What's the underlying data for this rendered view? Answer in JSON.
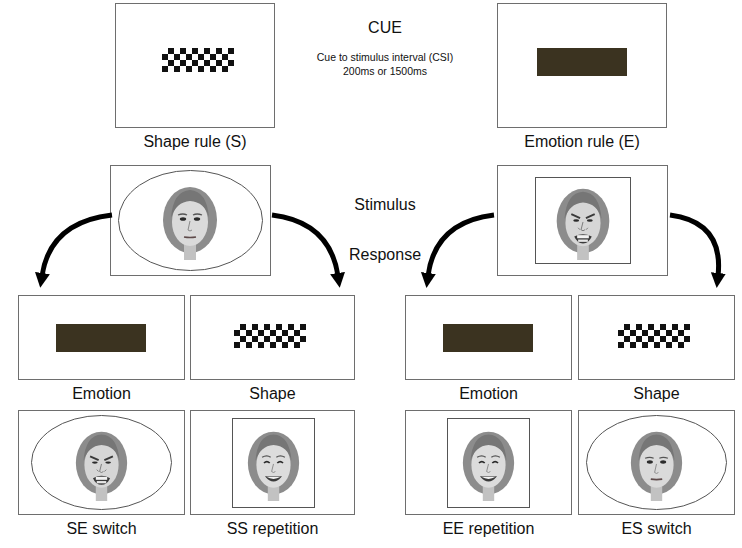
{
  "diagram": {
    "nodes": [
      {
        "text": [
          "Shape rule (S)"
        ]
      },
      {
        "text": [
          "Emotion rule (E)"
        ]
      },
      {
        "text": [
          "Emotion"
        ]
      },
      {
        "text": [
          "Shape"
        ]
      },
      {
        "text": [
          "Emotion"
        ]
      },
      {
        "text": [
          "Shape"
        ]
      },
      {
        "text": [
          "SE switch"
        ]
      },
      {
        "text": [
          "SS repetition"
        ]
      },
      {
        "text": [
          "EE repetition"
        ]
      },
      {
        "text": [
          "ES switch"
        ]
      }
    ],
    "labels": [
      "CUE",
      "Cue to stimulus interval (CSI) 200ms or 1500ms",
      "Stimulus",
      "Response"
    ]
  }
}
